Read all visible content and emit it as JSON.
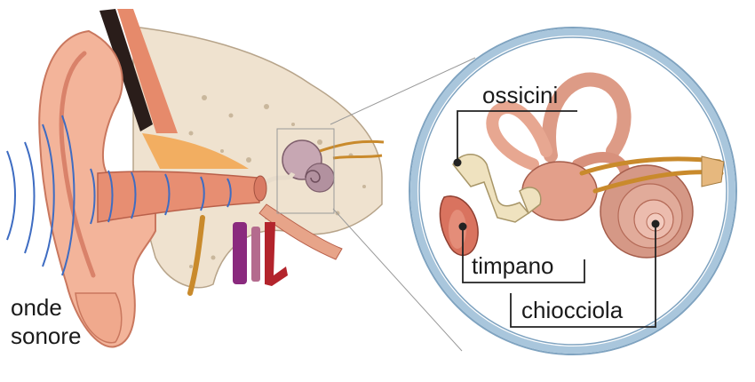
{
  "labels": {
    "waves_line1": "onde",
    "waves_line2": "sonore",
    "ossicles": "ossicini",
    "eardrum": "timpano",
    "cochlea": "chiocciola"
  },
  "colors": {
    "skin": "#f3b49a",
    "skin_dark": "#d9826a",
    "bone": "#efe2cf",
    "canal": "#e78e72",
    "cochlea": "#c98a7a",
    "nerve": "#c98a2c",
    "wave": "#3e6cc2",
    "magnifier_ring": "#a9c6dc",
    "callout_line": "#222222"
  }
}
